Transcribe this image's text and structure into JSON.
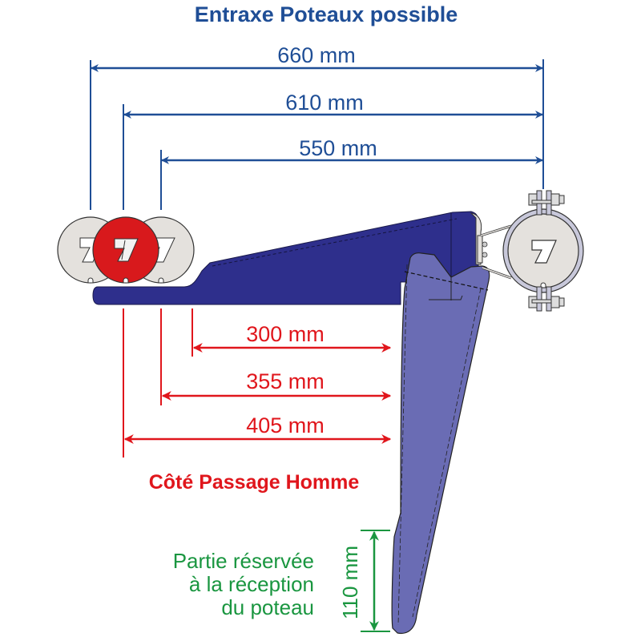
{
  "title": "Entraxe Poteaux possible",
  "colors": {
    "blue_dim": "#1f4e96",
    "red_dim": "#e0161c",
    "green_dim": "#1a9640",
    "bracket_dark": "#2e2f8c",
    "arm_light": "#6a6cb4",
    "post_grey": "#e4e1dd",
    "post_red": "#d8191c"
  },
  "top_dimensions": [
    {
      "label": "660 mm",
      "value_mm": 660
    },
    {
      "label": "610 mm",
      "value_mm": 610
    },
    {
      "label": "550 mm",
      "value_mm": 550
    }
  ],
  "side_dimensions": [
    {
      "label": "300 mm",
      "value_mm": 300
    },
    {
      "label": "355 mm",
      "value_mm": 355
    },
    {
      "label": "405 mm",
      "value_mm": 405
    }
  ],
  "side_label": "Côté Passage Homme",
  "reserved_part": {
    "lines": [
      "Partie réservée",
      "à la réception",
      "du poteau"
    ],
    "dimension": "110 mm"
  }
}
